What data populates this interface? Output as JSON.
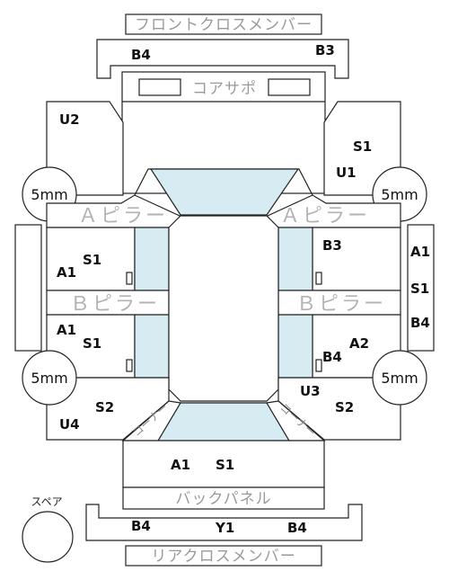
{
  "panels": {
    "front_cross_member": "フロントクロスメンバー",
    "core_support": "コアサポ",
    "a_pillar_left": "Ａピラー",
    "a_pillar_right": "Ａピラー",
    "b_pillar_left": "Ｂピラー",
    "b_pillar_right": "Ｂピラー",
    "back_panel": "バックパネル",
    "rear_cross_member": "リアクロスメンバー",
    "corner_left": "コーナー",
    "corner_right": "コーナー"
  },
  "codes": {
    "front_member_left": "B4",
    "front_member_right": "B3",
    "front_left_fender": "U2",
    "front_right_fender_top": "S1",
    "front_right_fender_bottom": "U1",
    "front_left_door_a": "A1",
    "front_left_door_s": "S1",
    "front_right_door": "B3",
    "rear_left_door_a": "A1",
    "rear_left_door_s": "S1",
    "rear_right_door_a": "A2",
    "rear_right_door_b": "B4",
    "right_side_a": "A1",
    "right_side_s": "S1",
    "right_side_b": "B4",
    "rear_left_quarter_s": "S2",
    "rear_left_quarter_u": "U4",
    "rear_right_quarter_u": "U3",
    "rear_right_quarter_s": "S2",
    "trunk_a": "A1",
    "trunk_s": "S1",
    "rear_member_left": "B4",
    "rear_member_center": "Y1",
    "rear_member_right": "B4"
  },
  "tires": {
    "front_left": "5mm",
    "front_right": "5mm",
    "rear_left": "5mm",
    "rear_right": "5mm"
  },
  "spare": {
    "label": "スペア"
  },
  "colors": {
    "glass": "#d6ecf2",
    "stroke": "#222222",
    "label_gray": "#9a9a9a"
  }
}
